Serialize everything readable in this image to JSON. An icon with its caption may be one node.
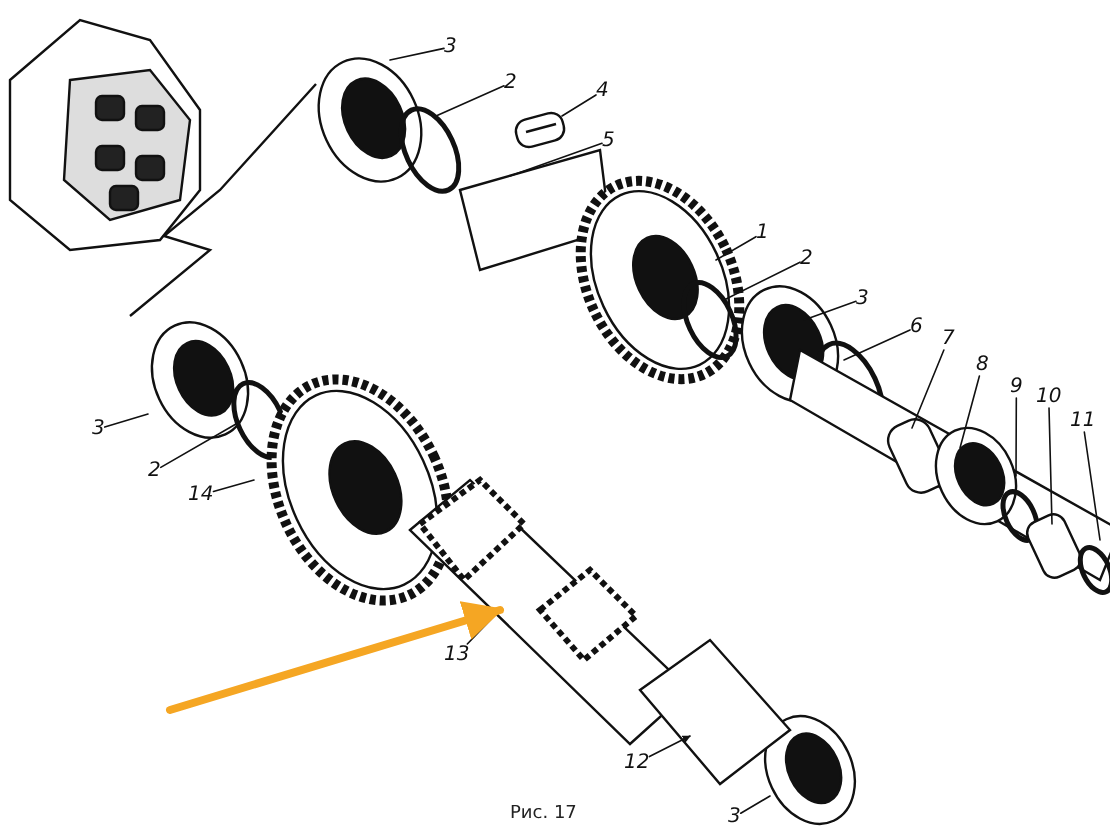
{
  "diagram": {
    "caption": "Рис. 17",
    "nodes": [
      {
        "text": [
          "3"
        ]
      },
      {
        "text": [
          "2"
        ]
      },
      {
        "text": [
          "4"
        ]
      },
      {
        "text": [
          "5"
        ]
      },
      {
        "text": [
          "1"
        ]
      },
      {
        "text": [
          "2"
        ]
      },
      {
        "text": [
          "3"
        ]
      },
      {
        "text": [
          "6"
        ]
      },
      {
        "text": [
          "7"
        ]
      },
      {
        "text": [
          "8"
        ]
      },
      {
        "text": [
          "9"
        ]
      },
      {
        "text": [
          "10"
        ]
      },
      {
        "text": [
          "11"
        ]
      },
      {
        "text": [
          "3"
        ]
      },
      {
        "text": [
          "2"
        ]
      },
      {
        "text": [
          "14"
        ]
      },
      {
        "text": [
          "13"
        ]
      },
      {
        "text": [
          "12"
        ]
      },
      {
        "text": [
          "3"
        ]
      },
      {
        "text": [],
        "shape": "picture"
      }
    ],
    "edges": [
      {
        "from": 0,
        "to": null,
        "arrow": "none"
      },
      {
        "from": 1,
        "to": null,
        "arrow": "none"
      },
      {
        "from": 2,
        "to": null,
        "arrow": "none"
      },
      {
        "from": 3,
        "to": null,
        "arrow": "none"
      },
      {
        "from": 4,
        "to": null,
        "arrow": "none"
      },
      {
        "from": 5,
        "to": null,
        "arrow": "none"
      },
      {
        "from": 6,
        "to": null,
        "arrow": "none"
      },
      {
        "from": 7,
        "to": null,
        "arrow": "none"
      },
      {
        "from": 8,
        "to": null,
        "arrow": "none"
      },
      {
        "from": 9,
        "to": null,
        "arrow": "none"
      },
      {
        "from": 10,
        "to": null,
        "arrow": "none"
      },
      {
        "from": 11,
        "to": null,
        "arrow": "none"
      },
      {
        "from": 12,
        "to": null,
        "arrow": "none"
      },
      {
        "from": 13,
        "to": null,
        "arrow": "none"
      },
      {
        "from": 14,
        "to": null,
        "arrow": "none"
      },
      {
        "from": 15,
        "to": null,
        "arrow": "none"
      },
      {
        "from": 16,
        "to": 19,
        "arrow": "none"
      },
      {
        "from": 17,
        "to": null,
        "arrow": "to"
      },
      {
        "from": 18,
        "to": null,
        "arrow": "none"
      },
      {
        "from": null,
        "to": 19,
        "arrow": "to",
        "style": "thick",
        "color": "#f5a623"
      }
    ]
  }
}
